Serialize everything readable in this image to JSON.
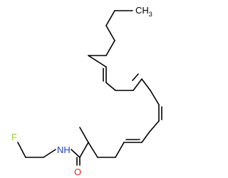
{
  "molecule": {
    "atom_labels": {
      "ch3": {
        "main": "CH",
        "sub": "3"
      },
      "fluorine": "F",
      "amide_nh": "NH",
      "carbonyl_o": "O"
    },
    "colors": {
      "bond": "#000000",
      "carbon_label": "#000000",
      "fluorine": "#9acd32",
      "nitrogen": "#1f3fbf",
      "oxygen": "#e02020"
    }
  }
}
